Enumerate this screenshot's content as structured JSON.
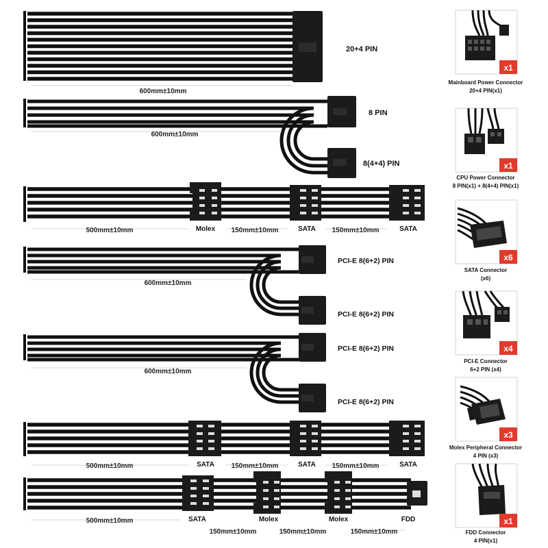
{
  "colors": {
    "cable": "#111111",
    "connector": "#1b1b1b",
    "pin": "#dddddd",
    "badge": "#e23a2c",
    "frame": "#d0d0d0",
    "dim": "#c8c8c8"
  },
  "cables": {
    "c1": {
      "label": "20+4 PIN",
      "length": "600mm±10mm"
    },
    "c2": {
      "label_a": "8 PIN",
      "label_b": "8(4+4) PIN",
      "length": "600mm±10mm"
    },
    "c3": {
      "length_a": "500mm±10mm",
      "conn_a": "Molex",
      "length_b": "150mm±10mm",
      "conn_b": "SATA",
      "length_c": "150mm±10mm",
      "conn_c": "SATA"
    },
    "c4": {
      "label_a": "PCI-E 8(6+2) PIN",
      "label_b": "PCI-E 8(6+2) PIN",
      "length": "600mm±10mm"
    },
    "c5": {
      "label_a": "PCI-E 8(6+2) PIN",
      "label_b": "PCI-E 8(6+2) PIN",
      "length": "600mm±10mm"
    },
    "c6": {
      "length_a": "500mm±10mm",
      "conn_a": "SATA",
      "length_b": "150mm±10mm",
      "conn_b": "SATA",
      "length_c": "150mm±10mm",
      "conn_c": "SATA"
    },
    "c7": {
      "length_a": "500mm±10mm",
      "conn_a": "SATA",
      "length_b": "150mm±10mm",
      "conn_b": "Molex",
      "length_c": "150mm±10mm",
      "conn_c": "Molex",
      "length_d": "150mm±10mm",
      "conn_d": "FDD"
    }
  },
  "cards": [
    {
      "badge": "x1",
      "line1": "Mainboard Power Connector",
      "line2": "20+4 PIN(x1)",
      "icon": "atx-24pin-icon"
    },
    {
      "badge": "x1",
      "line1": "CPU Power Connector",
      "line2": "8 PIN(x1) + 8(4+4) PIN(x1)",
      "icon": "cpu-8pin-icon"
    },
    {
      "badge": "x6",
      "line1": "SATA  Connector",
      "line2": "(x6)",
      "icon": "sata-icon"
    },
    {
      "badge": "x4",
      "line1": "PCI-E Connector",
      "line2": "6+2 PIN (x4)",
      "icon": "pcie-icon"
    },
    {
      "badge": "x3",
      "line1": "Molex Peripheral Connector",
      "line2": "4 PIN (x3)",
      "icon": "molex-icon"
    },
    {
      "badge": "x1",
      "line1": "FDD Connector",
      "line2": "4 PIN(x1)",
      "icon": "fdd-icon"
    }
  ]
}
